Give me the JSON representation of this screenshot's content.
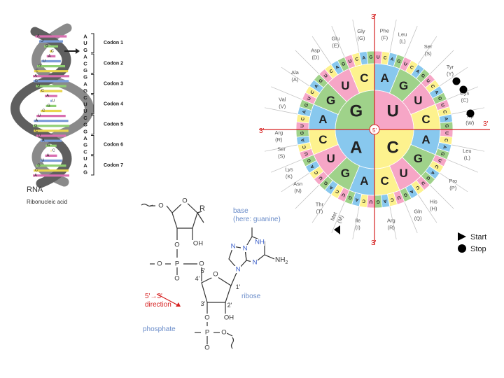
{
  "rna": {
    "strand_bases": [
      "A",
      "U",
      "G",
      "A",
      "C",
      "G",
      "G",
      "A",
      "G",
      "C",
      "U",
      "U",
      "C",
      "G",
      "G",
      "A",
      "G",
      "C",
      "U",
      "A",
      "G"
    ],
    "helix_letters": [
      "A",
      "U",
      "G",
      "C",
      "A",
      "U",
      "G",
      "C",
      "A",
      "G",
      "U",
      "C",
      "A",
      "U",
      "G",
      "C",
      "U",
      "A",
      "G",
      "C",
      "U",
      "A",
      "G",
      "C",
      "A",
      "U",
      "G",
      "C",
      "A"
    ],
    "codons": [
      "Codon 1",
      "Codon 2",
      "Codon 3",
      "Codon 4",
      "Codon 5",
      "Codon 6",
      "Codon 7"
    ],
    "label": "RNA",
    "sublabel": "Ribonucleic acid"
  },
  "wheel": {
    "center": "5'",
    "inner": [
      "G",
      "U",
      "C",
      "A"
    ],
    "middle": [
      "A",
      "G",
      "U",
      "C",
      "A",
      "G",
      "U",
      "C",
      "A",
      "G",
      "U",
      "C",
      "A",
      "G",
      "U",
      "C"
    ],
    "primes": {
      "top": "3'",
      "bottom": "3'",
      "left": "3'",
      "right": "3'"
    },
    "outer_seq": "UCAGUCAGUCAGUCAGUCAGUCAGUCAGUCAGUCAGUCAGUCAGUCAGUCAGUCAGUCAGUCAG",
    "amino_acids": [
      {
        "name": "Gly",
        "code": "(G)",
        "deg": -8
      },
      {
        "name": "Phe",
        "code": "(F)",
        "deg": 6
      },
      {
        "name": "Leu",
        "code": "(L)",
        "deg": 17
      },
      {
        "name": "Ser",
        "code": "(S)",
        "deg": 34
      },
      {
        "name": "Tyr",
        "code": "(Y)",
        "deg": 52
      },
      {
        "name": "Cys",
        "code": "(C)",
        "deg": 70
      },
      {
        "name": "Trp",
        "code": "(W)",
        "deg": 84
      },
      {
        "name": "Leu",
        "code": "(L)",
        "deg": 105
      },
      {
        "name": "Pro",
        "code": "(P)",
        "deg": 125
      },
      {
        "name": "His",
        "code": "(H)",
        "deg": 142
      },
      {
        "name": "Gln",
        "code": "(Q)",
        "deg": 153
      },
      {
        "name": "Arg",
        "code": "(R)",
        "deg": 170
      },
      {
        "name": "Ile",
        "code": "(I)",
        "deg": 190
      },
      {
        "name": "Met",
        "code": "(M)",
        "deg": 203
      },
      {
        "name": "Thr",
        "code": "(T)",
        "deg": 215
      },
      {
        "name": "Asn",
        "code": "(N)",
        "deg": 233
      },
      {
        "name": "Lys",
        "code": "(K)",
        "deg": 243
      },
      {
        "name": "Ser",
        "code": "(S)",
        "deg": 256
      },
      {
        "name": "Arg",
        "code": "(R)",
        "deg": 266
      },
      {
        "name": "Val",
        "code": "(V)",
        "deg": 286
      },
      {
        "name": "Ala",
        "code": "(A)",
        "deg": 304
      },
      {
        "name": "Asp",
        "code": "(D)",
        "deg": 322
      },
      {
        "name": "Glu",
        "code": "(E)",
        "deg": 336
      }
    ],
    "colors": {
      "G": "#9fd28a",
      "U": "#f6a6c6",
      "C": "#fdf28e",
      "A": "#88c8ee"
    }
  },
  "legend": {
    "start": "Start",
    "stop": "Stop"
  },
  "nucleotide": {
    "R": "R",
    "base_label": "base",
    "base_sub": "(here: guanine)",
    "ribose": "ribose",
    "phosphate": "phosphate",
    "direction_1": "5'→3'",
    "direction_2": "direction",
    "nh2": "NH",
    "two": "2",
    "atoms": [
      "O",
      "O",
      "O",
      "P",
      "O",
      "O",
      "OH",
      "O",
      "O",
      "N",
      "N",
      "N",
      "NH",
      "N",
      "OH",
      "O",
      "P",
      "O",
      "O"
    ],
    "primes": [
      "5'",
      "4'",
      "3'",
      "2'",
      "1'"
    ]
  }
}
